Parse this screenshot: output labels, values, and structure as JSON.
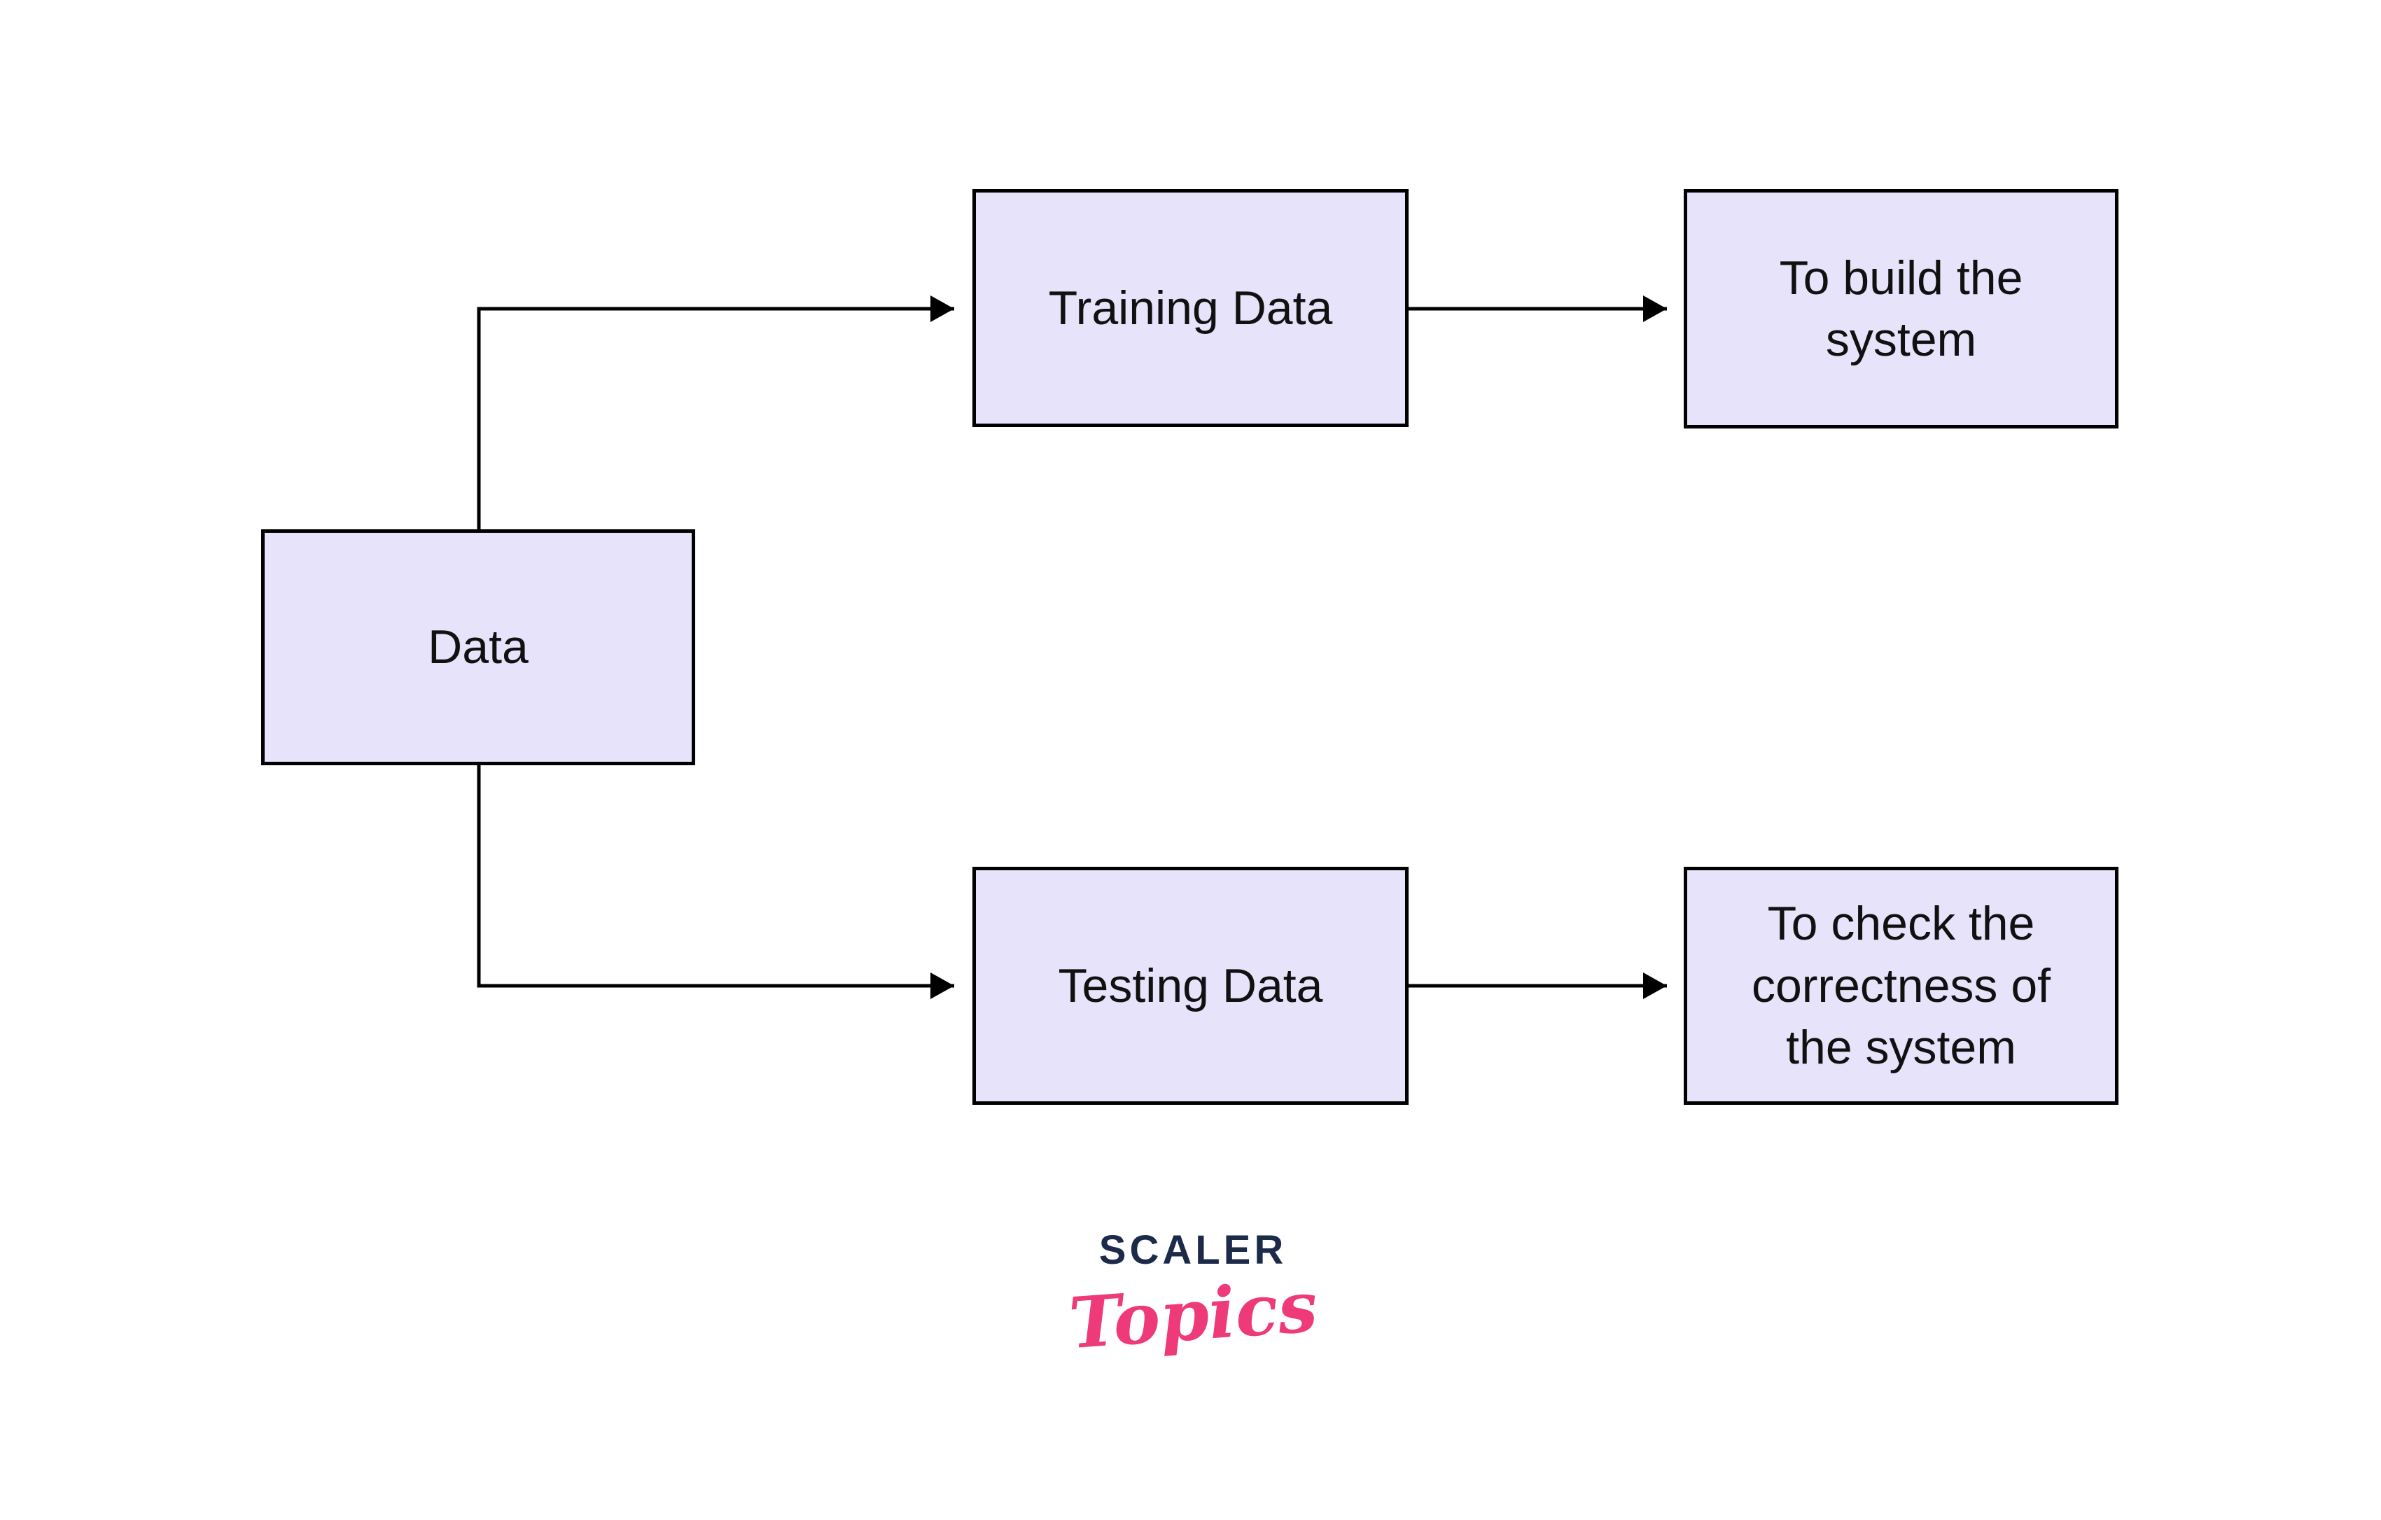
{
  "colors": {
    "page_bg": "#ffffff",
    "node_fill": "#e6e3fa",
    "node_border": "#000000",
    "text_color": "#111111",
    "connector_color": "#000000",
    "logo_primary_color": "#1c2b4a",
    "logo_secondary_color": "#ee3a78"
  },
  "nodes": {
    "data": {
      "label": "Data"
    },
    "training": {
      "label": "Training Data"
    },
    "build": {
      "label": "To build the\nsystem"
    },
    "testing": {
      "label": "Testing Data"
    },
    "check": {
      "label": "To check the\ncorrectness of\nthe system"
    }
  },
  "logo": {
    "primary": "SCALER",
    "secondary": "Topics"
  }
}
